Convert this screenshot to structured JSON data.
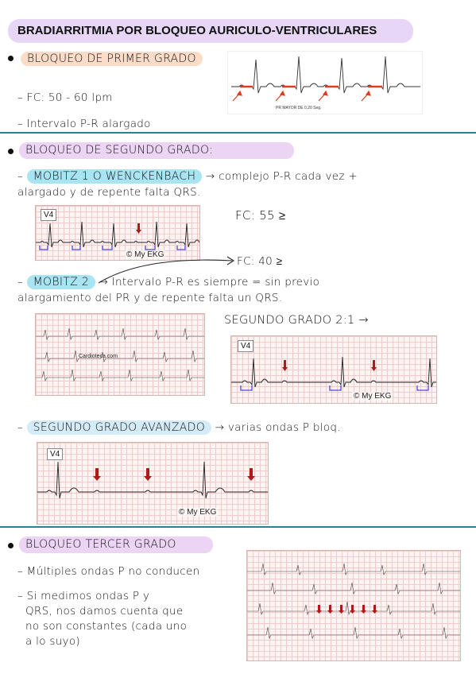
{
  "title": "BRADIARRITMIA POR BLOQUEO AURICULO-VENTRICULARES",
  "first_degree": {
    "heading": "BLOQUEO DE PRIMER GRADO",
    "fc": "FC: 50 - 60 lpm",
    "pr": "Intervalo P-R alargado",
    "ecg_caption": "PR MAYOR DE 0,20 Seg."
  },
  "second_degree": {
    "heading": "BLOQUEO DE SEGUNDO GRADO:",
    "mobitz1": {
      "label": "MOBITZ 1 O WENCKENBACH",
      "desc_1": "→ complejo P-R cada vez +",
      "desc_2": "alargado y de repente falta QRS.",
      "fc": "FC: 55 ≥",
      "lead": "V4",
      "watermark": "© My EKG"
    },
    "arrow_fc": "FC: 40 ≥",
    "mobitz2": {
      "label": "MOBITZ 2",
      "desc_1": "→ Intervalo P-R es siempre = sin previo",
      "desc_2": "alargamiento del PR y de repente falta un QRS.",
      "ecg_watermark": "Cardioteca.com"
    },
    "two_to_one": {
      "label": "SEGUNDO GRADO 2:1 →",
      "lead": "V4",
      "watermark": "© My EKG"
    },
    "advanced": {
      "label": "SEGUNDO GRADO AVANZADO",
      "desc": "→ varias ondas P bloq.",
      "lead": "V4",
      "watermark": "© My EKG"
    }
  },
  "third_degree": {
    "heading": "BLOQUEO TERCER GRADO",
    "line_1": "Múltiples ondas P no conducen",
    "line_2": "Si medimos ondas P y",
    "line_3": "QRS, nos damos cuenta que",
    "line_4": "no son constantes (cada uno",
    "line_5": "a lo suyo)"
  },
  "colors": {
    "title_bg": "#e8d6f6",
    "separator": "#2a7f9a",
    "peach": "#fbdcc8",
    "cyan": "#a9e4f3",
    "lavender": "#ecd4f4",
    "marker_red": "#c0201a"
  }
}
